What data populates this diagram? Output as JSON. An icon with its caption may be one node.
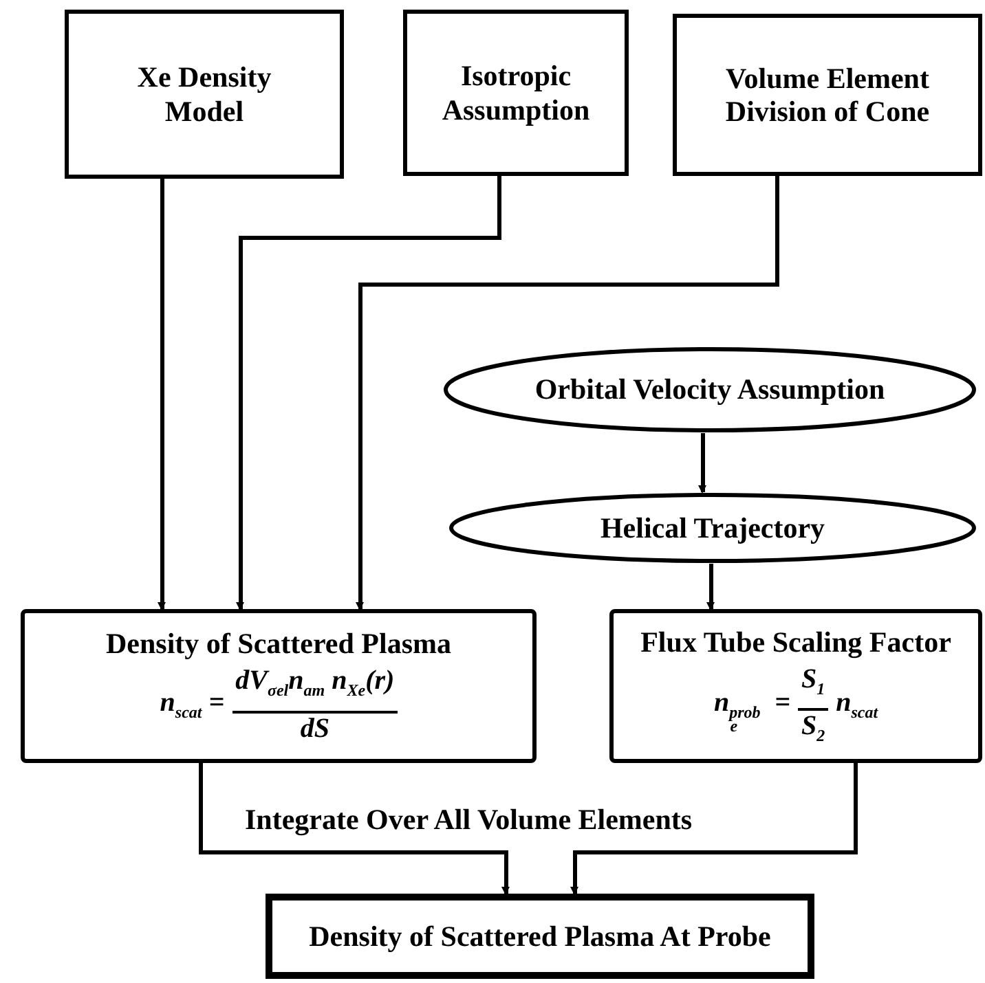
{
  "diagram": {
    "nodes": [
      {
        "text": [
          "Xe Density Model"
        ]
      },
      {
        "text": [
          "Isotropic Assumption"
        ]
      },
      {
        "text": [
          "Volume Element Division of Cone"
        ]
      },
      {
        "text": [
          "Orbital Velocity Assumption"
        ]
      },
      {
        "text": [
          "Helical Trajectory"
        ]
      },
      {
        "text": [
          "Density of Scattered Plasma",
          "n$_{scat}$ =",
          "dV$_{σel}$n$_{am}$ n$_{Xe}$(r)",
          "dS"
        ]
      },
      {
        "text": [
          "Flux Tube Scaling Factor",
          "n$_{prob}$$_{e}$ =",
          "S$_{1}$",
          "S$_{2}$",
          "n$_{scat}$"
        ]
      },
      {
        "text": [
          "Density of Scattered Plasma At Probe"
        ]
      }
    ],
    "edges": [
      {
        "from": 0,
        "to": 5,
        "arrow": "to"
      },
      {
        "from": 1,
        "to": 5,
        "arrow": "to"
      },
      {
        "from": 2,
        "to": 5,
        "arrow": "to"
      },
      {
        "from": 3,
        "to": 4,
        "arrow": "to"
      },
      {
        "from": 4,
        "to": 6,
        "arrow": "to"
      },
      {
        "from": 5,
        "to": 7,
        "arrow": "to"
      },
      {
        "from": 6,
        "to": 7,
        "arrow": "to"
      }
    ],
    "labels": [
      "Integrate Over All Volume Elements"
    ]
  }
}
